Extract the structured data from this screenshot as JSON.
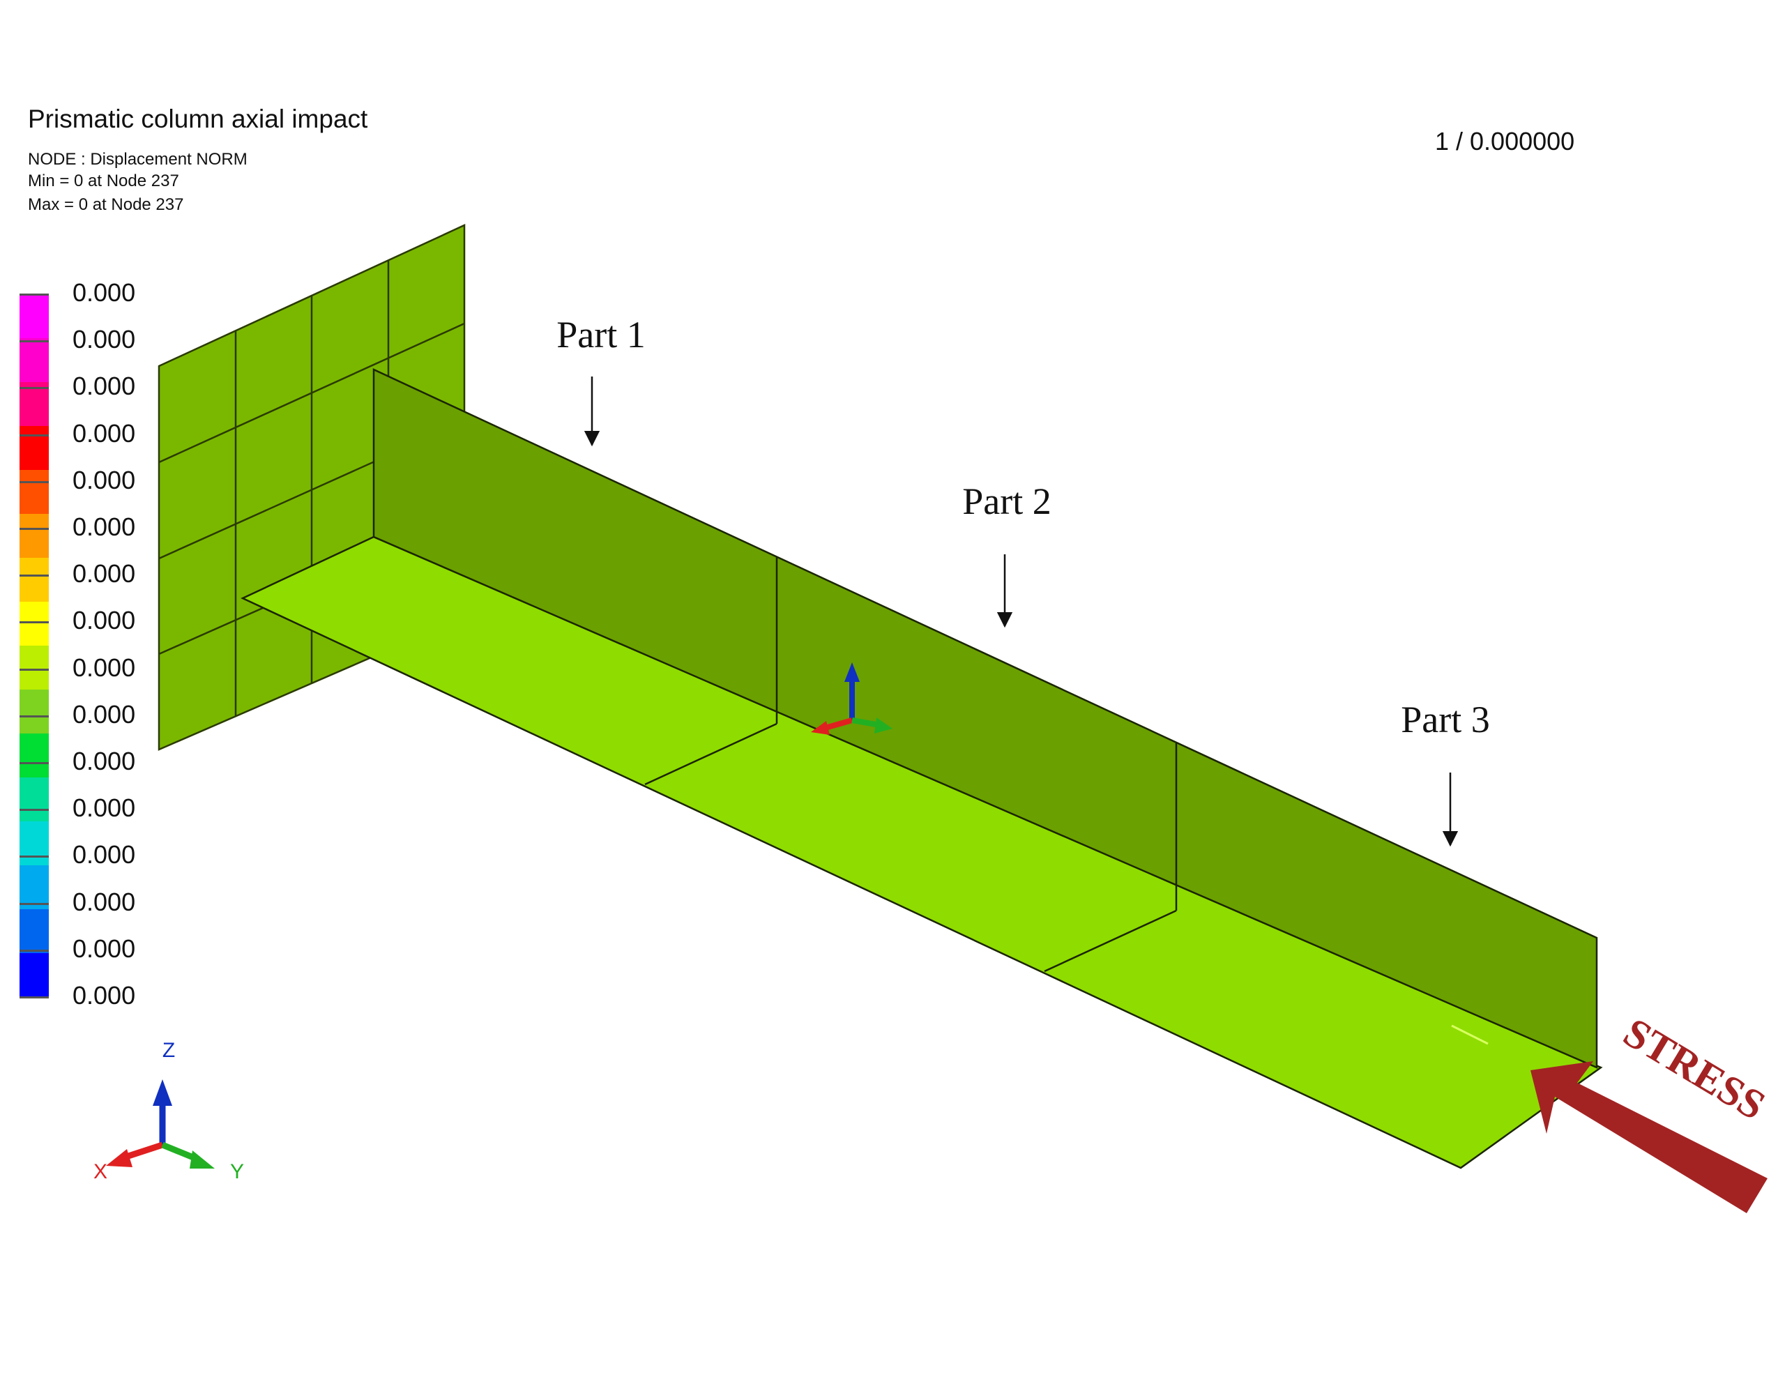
{
  "title": "Prismatic column axial impact",
  "info": {
    "line1": "NODE : Displacement NORM",
    "line2": "Min = 0 at Node 237",
    "line3": "Max = 0 at Node 237"
  },
  "timestep": "1 / 0.000000",
  "legend": {
    "labels": [
      "0.000",
      "0.000",
      "0.000",
      "0.000",
      "0.000",
      "0.000",
      "0.000",
      "0.000",
      "0.000",
      "0.000",
      "0.000",
      "0.000",
      "0.000",
      "0.000",
      "0.000",
      "0.000"
    ],
    "colors": [
      "#ff00ff",
      "#ff00cc",
      "#ff0080",
      "#ff0000",
      "#ff5000",
      "#ff9900",
      "#ffcc00",
      "#ffff00",
      "#bbee00",
      "#7ed321",
      "#00dd33",
      "#00dd99",
      "#00d8d8",
      "#00aaee",
      "#0066ee",
      "#0000ff"
    ]
  },
  "parts": {
    "part1": "Part 1",
    "part2": "Part 2",
    "part3": "Part 3"
  },
  "stress_label": "STRESS",
  "axes": {
    "x": "X",
    "y": "Y",
    "z": "Z"
  },
  "colors": {
    "wall": "#7ab800",
    "web": "#6aa000",
    "flange": "#8fdc00",
    "stress_arrow": "#a32323",
    "axis_x": "#e02020",
    "axis_y": "#22b022",
    "axis_z": "#1030c0"
  }
}
